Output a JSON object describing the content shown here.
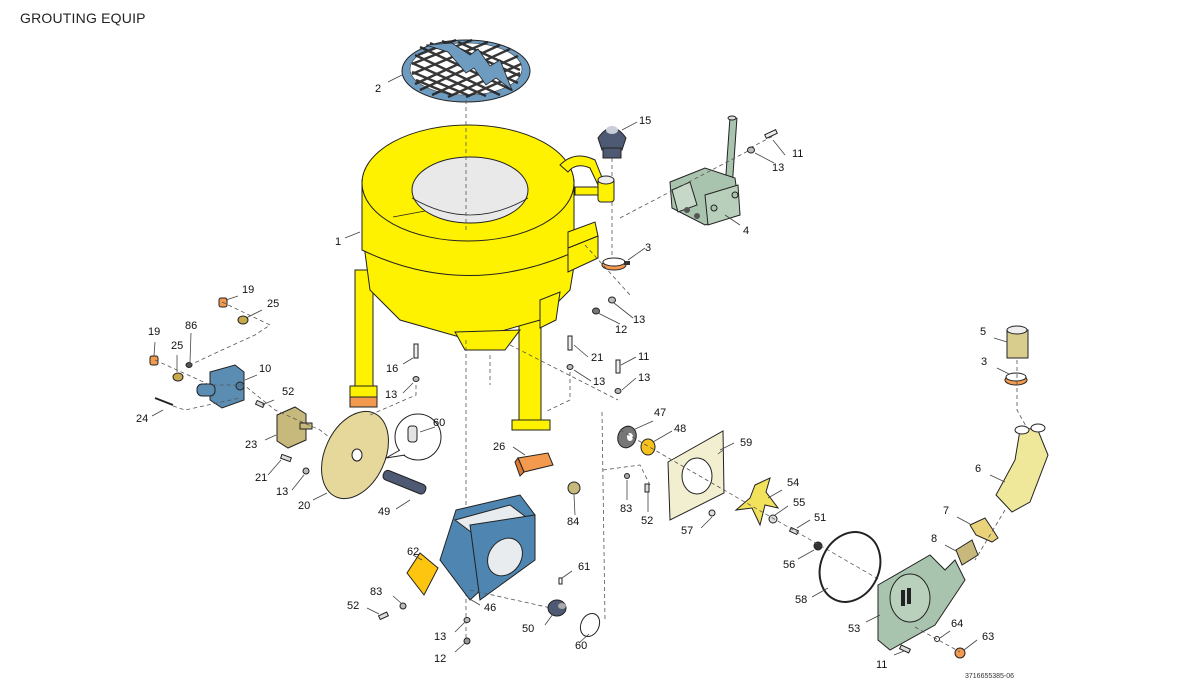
{
  "title": "GROUTING EQUIP",
  "drawing_code": "3716655385-06",
  "colors": {
    "tank_yellow": "#FFF200",
    "blue_grey": "#5B8DB3",
    "pump_green": "#A9C4AE",
    "tan": "#E6D79A",
    "orange": "#F39A4E",
    "dark_slate": "#4E5A73",
    "amber": "#F5C21B"
  },
  "callouts": [
    {
      "id": "1",
      "label": "1"
    },
    {
      "id": "2",
      "label": "2"
    },
    {
      "id": "3a",
      "label": "3"
    },
    {
      "id": "3b",
      "label": "3"
    },
    {
      "id": "4",
      "label": "4"
    },
    {
      "id": "5",
      "label": "5"
    },
    {
      "id": "6",
      "label": "6"
    },
    {
      "id": "7",
      "label": "7"
    },
    {
      "id": "8",
      "label": "8"
    },
    {
      "id": "10",
      "label": "10"
    },
    {
      "id": "11a",
      "label": "11"
    },
    {
      "id": "11b",
      "label": "11"
    },
    {
      "id": "11c",
      "label": "11"
    },
    {
      "id": "12a",
      "label": "12"
    },
    {
      "id": "12b",
      "label": "12"
    },
    {
      "id": "13a",
      "label": "13"
    },
    {
      "id": "13b",
      "label": "13"
    },
    {
      "id": "13c",
      "label": "13"
    },
    {
      "id": "13d",
      "label": "13"
    },
    {
      "id": "13e",
      "label": "13"
    },
    {
      "id": "13f",
      "label": "13"
    },
    {
      "id": "13g",
      "label": "13"
    },
    {
      "id": "15",
      "label": "15"
    },
    {
      "id": "16",
      "label": "16"
    },
    {
      "id": "19a",
      "label": "19"
    },
    {
      "id": "19b",
      "label": "19"
    },
    {
      "id": "20",
      "label": "20"
    },
    {
      "id": "21a",
      "label": "21"
    },
    {
      "id": "21b",
      "label": "21"
    },
    {
      "id": "23",
      "label": "23"
    },
    {
      "id": "24",
      "label": "24"
    },
    {
      "id": "25a",
      "label": "25"
    },
    {
      "id": "25b",
      "label": "25"
    },
    {
      "id": "26",
      "label": "26"
    },
    {
      "id": "46",
      "label": "46"
    },
    {
      "id": "47",
      "label": "47"
    },
    {
      "id": "48",
      "label": "48"
    },
    {
      "id": "49",
      "label": "49"
    },
    {
      "id": "50",
      "label": "50"
    },
    {
      "id": "51",
      "label": "51"
    },
    {
      "id": "52a",
      "label": "52"
    },
    {
      "id": "52b",
      "label": "52"
    },
    {
      "id": "52c",
      "label": "52"
    },
    {
      "id": "53",
      "label": "53"
    },
    {
      "id": "54",
      "label": "54"
    },
    {
      "id": "55",
      "label": "55"
    },
    {
      "id": "56",
      "label": "56"
    },
    {
      "id": "57",
      "label": "57"
    },
    {
      "id": "58",
      "label": "58"
    },
    {
      "id": "59",
      "label": "59"
    },
    {
      "id": "60a",
      "label": "60"
    },
    {
      "id": "60b",
      "label": "60"
    },
    {
      "id": "61",
      "label": "61"
    },
    {
      "id": "62",
      "label": "62"
    },
    {
      "id": "63",
      "label": "63"
    },
    {
      "id": "64",
      "label": "64"
    },
    {
      "id": "83a",
      "label": "83"
    },
    {
      "id": "83b",
      "label": "83"
    },
    {
      "id": "84",
      "label": "84"
    },
    {
      "id": "86",
      "label": "86"
    }
  ]
}
